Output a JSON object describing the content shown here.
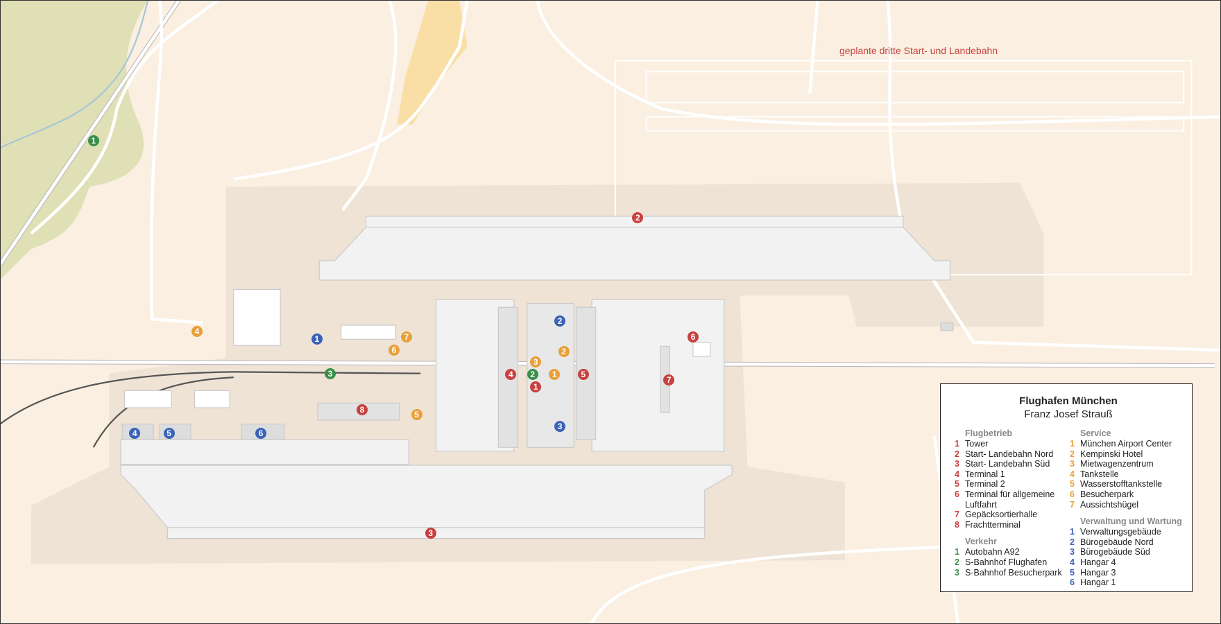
{
  "planned_runway_label": "geplante dritte Start- und Landebahn",
  "colors": {
    "flugbetrieb": "#c8403f",
    "service": "#e8a03a",
    "verwaltung": "#3a62b8",
    "verkehr": "#3a8f48"
  },
  "legend": {
    "title": "Flughafen München",
    "subtitle": "Franz Josef Strauß",
    "flugbetrieb": {
      "heading": "Flugbetrieb",
      "items": [
        {
          "n": "1",
          "label": "Tower"
        },
        {
          "n": "2",
          "label": "Start- Landebahn Nord"
        },
        {
          "n": "3",
          "label": "Start- Landebahn Süd"
        },
        {
          "n": "4",
          "label": "Terminal 1"
        },
        {
          "n": "5",
          "label": "Terminal 2"
        },
        {
          "n": "6",
          "label": "Terminal für allgemeine Luftfahrt"
        },
        {
          "n": "7",
          "label": "Gepäcksortierhalle"
        },
        {
          "n": "8",
          "label": "Frachtterminal"
        }
      ]
    },
    "verkehr": {
      "heading": "Verkehr",
      "items": [
        {
          "n": "1",
          "label": "Autobahn A92"
        },
        {
          "n": "2",
          "label": "S-Bahnhof Flughafen"
        },
        {
          "n": "3",
          "label": "S-Bahnhof Besucherpark"
        }
      ]
    },
    "service": {
      "heading": "Service",
      "items": [
        {
          "n": "1",
          "label": "München Airport Center"
        },
        {
          "n": "2",
          "label": "Kempinski Hotel"
        },
        {
          "n": "3",
          "label": "Mietwagenzentrum"
        },
        {
          "n": "4",
          "label": "Tankstelle"
        },
        {
          "n": "5",
          "label": "Wasserstofftankstelle"
        },
        {
          "n": "6",
          "label": "Besucherpark"
        },
        {
          "n": "7",
          "label": "Aussichtshügel"
        }
      ]
    },
    "verwaltung": {
      "heading": "Verwaltung und Wartung",
      "items": [
        {
          "n": "1",
          "label": "Verwaltungsgebäude"
        },
        {
          "n": "2",
          "label": "Bürogebäude Nord"
        },
        {
          "n": "3",
          "label": "Bürogebäude Süd"
        },
        {
          "n": "4",
          "label": "Hangar 4"
        },
        {
          "n": "5",
          "label": "Hangar 3"
        },
        {
          "n": "6",
          "label": "Hangar 1"
        }
      ]
    }
  },
  "markers": [
    {
      "cat": "flugbetrieb",
      "n": "1"
    },
    {
      "cat": "flugbetrieb",
      "n": "2"
    },
    {
      "cat": "flugbetrieb",
      "n": "3"
    },
    {
      "cat": "flugbetrieb",
      "n": "4"
    },
    {
      "cat": "flugbetrieb",
      "n": "5"
    },
    {
      "cat": "flugbetrieb",
      "n": "6"
    },
    {
      "cat": "flugbetrieb",
      "n": "7"
    },
    {
      "cat": "flugbetrieb",
      "n": "8"
    },
    {
      "cat": "service",
      "n": "1"
    },
    {
      "cat": "service",
      "n": "2"
    },
    {
      "cat": "service",
      "n": "3"
    },
    {
      "cat": "service",
      "n": "4"
    },
    {
      "cat": "service",
      "n": "5"
    },
    {
      "cat": "service",
      "n": "6"
    },
    {
      "cat": "service",
      "n": "7"
    },
    {
      "cat": "verwaltung",
      "n": "1"
    },
    {
      "cat": "verwaltung",
      "n": "2"
    },
    {
      "cat": "verwaltung",
      "n": "3"
    },
    {
      "cat": "verwaltung",
      "n": "4"
    },
    {
      "cat": "verwaltung",
      "n": "5"
    },
    {
      "cat": "verwaltung",
      "n": "6"
    },
    {
      "cat": "verkehr",
      "n": "1"
    },
    {
      "cat": "verkehr",
      "n": "2"
    },
    {
      "cat": "verkehr",
      "n": "3"
    }
  ]
}
